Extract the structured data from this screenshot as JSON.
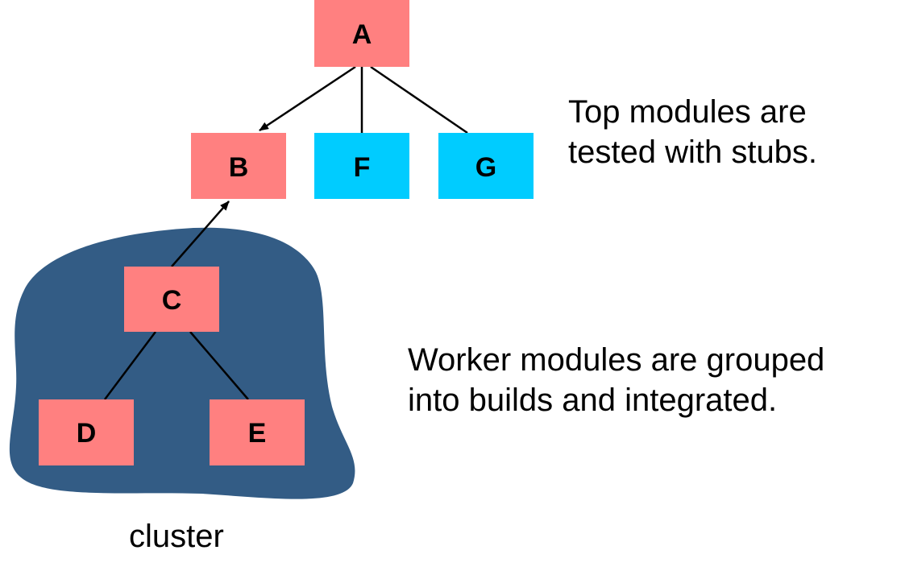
{
  "colors": {
    "tested_module": "#ff8080",
    "stub_module": "#00ccff",
    "cluster": "#335c85",
    "edge": "#000000"
  },
  "nodes": {
    "A": "A",
    "B": "B",
    "C": "C",
    "D": "D",
    "E": "E",
    "F": "F",
    "G": "G"
  },
  "captions": {
    "top_line1": "Top modules are",
    "top_line2": "tested with stubs.",
    "worker_line1": "Worker modules are grouped",
    "worker_line2": "into builds and integrated."
  },
  "cluster_label": "cluster"
}
